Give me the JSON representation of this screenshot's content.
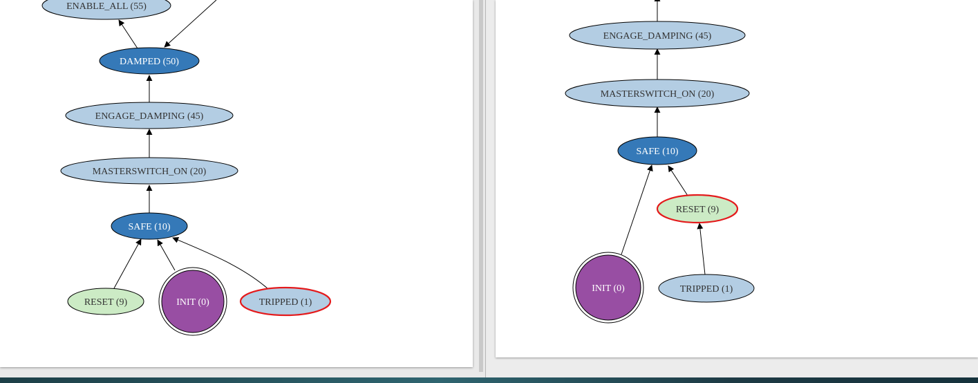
{
  "colors": {
    "node_light": "#b3cde3",
    "node_dark": "#3579b8",
    "node_green": "#ccebc5",
    "node_purple": "#984ea3",
    "highlight_border": "#e41a1c",
    "edge": "#000000"
  },
  "left_graph": {
    "nodes": {
      "enable_all": "ENABLE_ALL (55)",
      "damped": "DAMPED (50)",
      "engage_damping": "ENGAGE_DAMPING (45)",
      "masterswitch_on": "MASTERSWITCH_ON (20)",
      "safe": "SAFE (10)",
      "reset": "RESET (9)",
      "init": "INIT (0)",
      "tripped": "TRIPPED (1)"
    }
  },
  "right_graph": {
    "nodes": {
      "engage_damping": "ENGAGE_DAMPING (45)",
      "masterswitch_on": "MASTERSWITCH_ON (20)",
      "safe": "SAFE (10)",
      "reset": "RESET (9)",
      "init": "INIT (0)",
      "tripped": "TRIPPED (1)"
    }
  }
}
